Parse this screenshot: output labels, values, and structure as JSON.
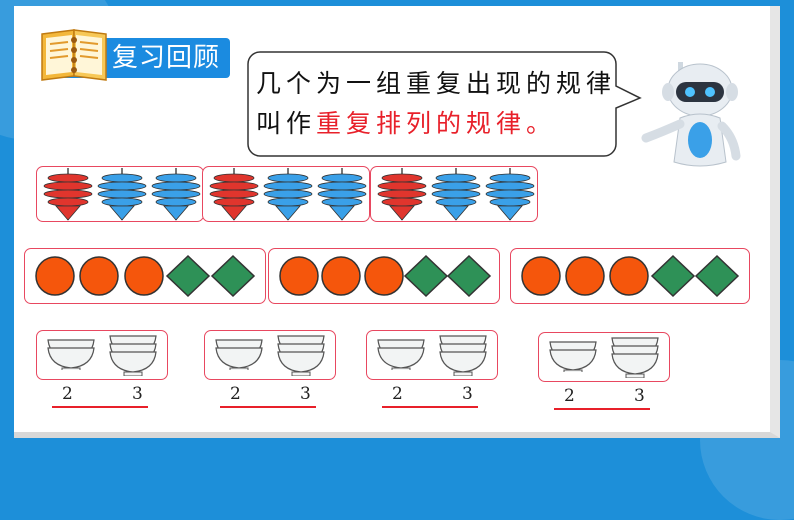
{
  "header": {
    "title": "复习回顾"
  },
  "bubble": {
    "text_plain": "几个为一组重复出现的规律叫作",
    "text_highlight": "重复排列的规律。"
  },
  "colors": {
    "accent_blue": "#1b8be0",
    "box_border": "#e84860",
    "highlight_red": "#e8202a",
    "top_red": "#e0352d",
    "top_blue": "#3aa0e8",
    "circle_orange": "#f5560c",
    "diamond_green": "#2e9157"
  },
  "rows": {
    "tops": {
      "pattern": [
        "red",
        "blue",
        "blue"
      ],
      "repeats": 3
    },
    "shapes": {
      "pattern": [
        "circle",
        "circle",
        "circle",
        "diamond",
        "diamond"
      ],
      "repeats": 3
    },
    "bowls": {
      "groups": [
        {
          "left": "2",
          "right": "3"
        },
        {
          "left": "2",
          "right": "3"
        },
        {
          "left": "2",
          "right": "3"
        },
        {
          "left": "2",
          "right": "3"
        }
      ]
    }
  }
}
